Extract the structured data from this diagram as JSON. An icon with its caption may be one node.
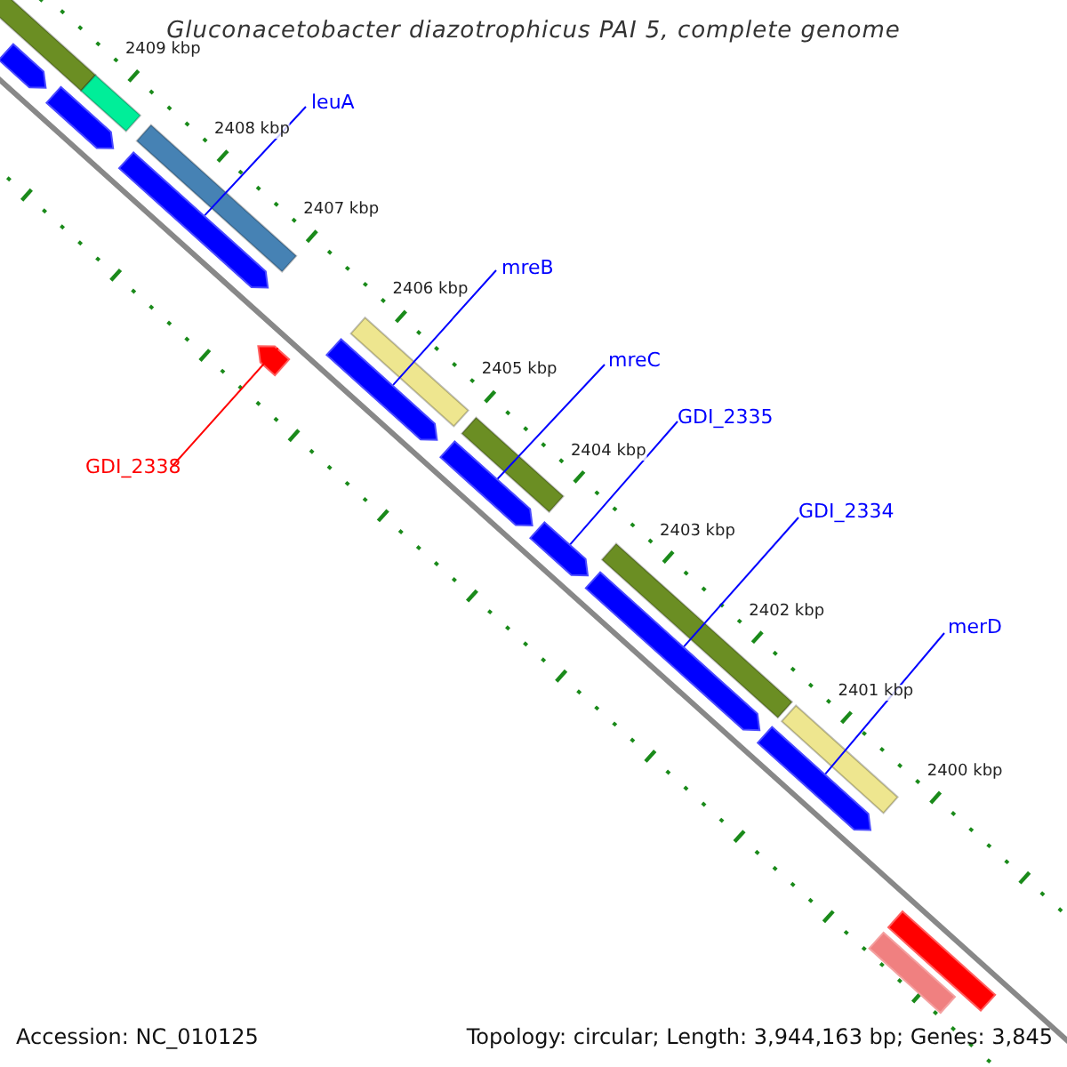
{
  "diagram": {
    "title": "Gluconacetobacter diazotrophicus PAI 5, complete genome",
    "nodes": [
      {
        "text": [
          "leuA"
        ]
      },
      {
        "text": [],
        "shape": "arrow"
      },
      {
        "text": [
          "mreB"
        ]
      },
      {
        "text": [],
        "shape": "arrow"
      },
      {
        "text": [
          "mreC"
        ]
      },
      {
        "text": [],
        "shape": "arrow"
      },
      {
        "text": [
          "GDI_2335"
        ]
      },
      {
        "text": [],
        "shape": "arrow"
      },
      {
        "text": [
          "GDI_2334"
        ]
      },
      {
        "text": [],
        "shape": "arrow"
      },
      {
        "text": [
          "merD"
        ]
      },
      {
        "text": [],
        "shape": "arrow"
      },
      {
        "text": [
          "GDI_2338"
        ]
      },
      {
        "text": [],
        "shape": "arrow"
      },
      {
        "text": [],
        "shape": "bar"
      },
      {
        "text": [],
        "shape": "bar"
      },
      {
        "text": [],
        "shape": "bar"
      },
      {
        "text": [],
        "shape": "bar"
      },
      {
        "text": [],
        "shape": "bar"
      },
      {
        "text": [],
        "shape": "bar"
      },
      {
        "text": [],
        "shape": "bar"
      },
      {
        "text": [],
        "shape": "arrow"
      },
      {
        "text": [],
        "shape": "arrow"
      },
      {
        "text": [],
        "shape": "bar"
      },
      {
        "text": [],
        "shape": "bar"
      }
    ],
    "edges": [
      {
        "from": 0,
        "to": 1,
        "arrow": "none"
      },
      {
        "from": 2,
        "to": 3,
        "arrow": "none"
      },
      {
        "from": 4,
        "to": 5,
        "arrow": "none"
      },
      {
        "from": 6,
        "to": 7,
        "arrow": "none"
      },
      {
        "from": 8,
        "to": 9,
        "arrow": "none"
      },
      {
        "from": 10,
        "to": 11,
        "arrow": "none"
      },
      {
        "from": 12,
        "to": 13,
        "arrow": "none",
        "color": "#ff0000"
      }
    ],
    "labels": [
      "2409 kbp",
      "2408 kbp",
      "2407 kbp",
      "2406 kbp",
      "2405 kbp",
      "2404 kbp",
      "2403 kbp",
      "2402 kbp",
      "2401 kbp",
      "2400 kbp",
      "Accession: NC_010125",
      "Topology: circular; Length: 3,944,163 bp; Genes: 3,845"
    ]
  }
}
